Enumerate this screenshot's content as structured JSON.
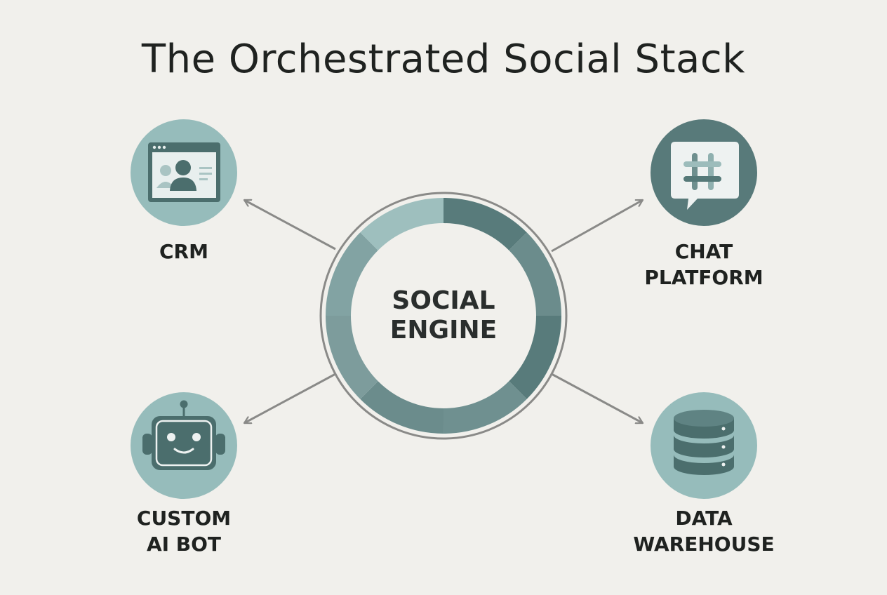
{
  "title": "The Orchestrated Social Stack",
  "colors": {
    "background": "#f1f0ec",
    "circle_light": "#96bcbb",
    "icon_dark": "#4b6e6d",
    "ring_dark": "#5a7c7d",
    "arrow": "#8a8a88"
  },
  "hub": {
    "line1": "SOCIAL",
    "line2": "ENGINE"
  },
  "nodes": {
    "crm": {
      "label": "CRM",
      "icon": "crm-window-icon"
    },
    "chat": {
      "line1": "CHAT",
      "line2": "PLATFORM",
      "icon": "chat-bubble-icon"
    },
    "bot": {
      "line1": "CUSTOM",
      "line2": "AI BOT",
      "icon": "robot-icon"
    },
    "warehouse": {
      "line1": "DATA",
      "line2": "WAREHOUSE",
      "icon": "database-icon"
    }
  }
}
